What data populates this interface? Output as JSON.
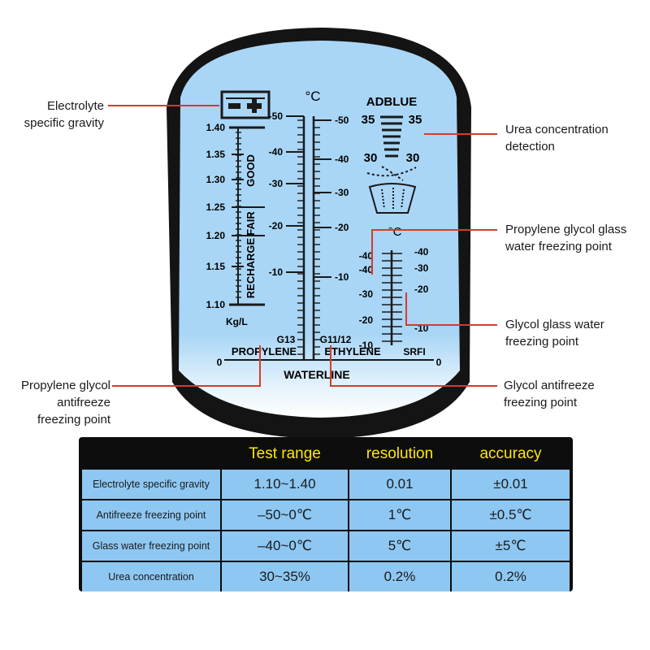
{
  "colors": {
    "lens_blue": "#a9d6f6",
    "frame": "#141414",
    "accent_line": "#d83a2a",
    "header_text": "#ffe800",
    "table_cell": "#8ec7f2"
  },
  "scale": {
    "celsius_top": "°C",
    "celsius_small": "°C",
    "adblue": "ADBLUE",
    "adblue_35_left": "35",
    "adblue_35_right": "35",
    "adblue_30_left": "30",
    "adblue_30_right": "30",
    "sg_ticks": [
      "1.40",
      "1.35",
      "1.30",
      "1.25",
      "1.20",
      "1.15",
      "1.10"
    ],
    "good": "GOOD",
    "fair": "FAIR",
    "recharge": "RECHARGE",
    "kgl": "Kg/L",
    "propylene_ticks": [
      "-50",
      "-40",
      "-30",
      "-20",
      "-10"
    ],
    "ethylene_ticks": [
      "-50",
      "-40",
      "-30",
      "-20",
      "-10"
    ],
    "glycol_left_ticks": [
      "-40",
      "-30",
      "-20",
      "-10"
    ],
    "glycol_left_top": "-40",
    "glycol_right_ticks": [
      "-40",
      "-30",
      "-20",
      "-10"
    ],
    "g13": "G13",
    "propylene": "PROPYLENE",
    "g1112": "G11/12",
    "ethylene": "ETHYLENE",
    "srfi": "SRFI",
    "zero_left": "0",
    "zero_right": "0",
    "waterline": "WATERLINE"
  },
  "callouts": {
    "electrolyte": [
      "Electrolyte",
      "specific gravity"
    ],
    "urea": [
      "Urea concentration",
      "detection"
    ],
    "propylene_glass": [
      "Propylene glycol glass",
      "water freezing point"
    ],
    "glycol_glass": [
      "Glycol glass water",
      "freezing point"
    ],
    "propylene_antifreeze": [
      "Propylene glycol",
      "antifreeze",
      "freezing point"
    ],
    "glycol_antifreeze": [
      "Glycol antifreeze",
      "freezing point"
    ]
  },
  "table": {
    "headers": [
      "",
      "Test range",
      "resolution",
      "accuracy"
    ],
    "rows": [
      [
        "Electrolyte specific gravity",
        "1.10~1.40",
        "0.01",
        "±0.01"
      ],
      [
        "Antifreeze freezing point",
        "–50~0℃",
        "1℃",
        "±0.5℃"
      ],
      [
        "Glass water freezing point",
        "–40~0℃",
        "5℃",
        "±5℃"
      ],
      [
        "Urea concentration",
        "30~35%",
        "0.2%",
        "0.2%"
      ]
    ]
  }
}
